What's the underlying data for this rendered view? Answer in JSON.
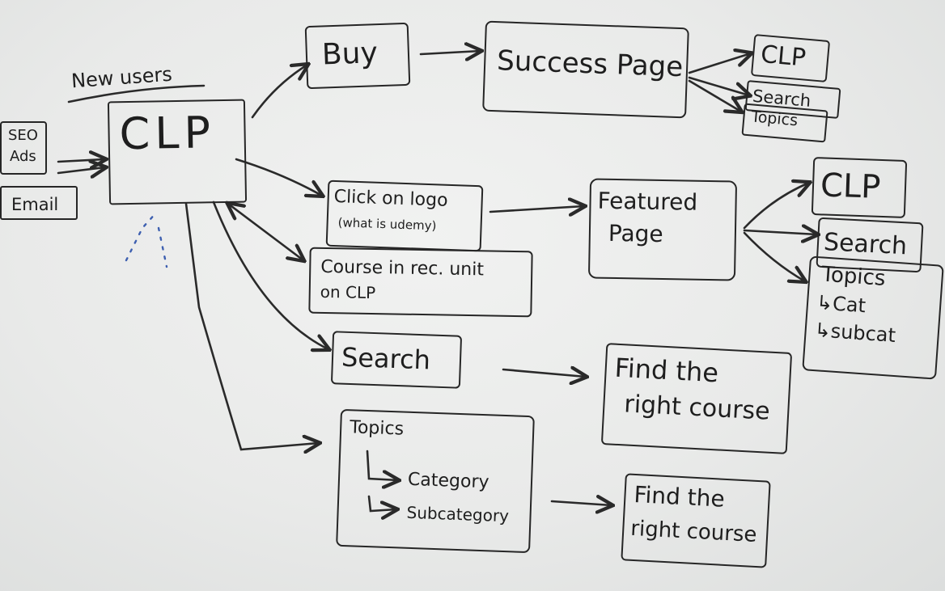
{
  "labels": {
    "new_users": "New users",
    "seo": "SEO",
    "ads": "Ads",
    "email": "Email",
    "clp_main": "CLP",
    "buy": "Buy",
    "success_page": "Success Page",
    "sp_clp": "CLP",
    "sp_search": "Search",
    "sp_topics": "Topics",
    "click_logo_line1": "Click on logo",
    "click_logo_line2": "(what is udemy)",
    "featured_line1": "Featured",
    "featured_line2": "Page",
    "fp_clp": "CLP",
    "fp_search": "Search",
    "fp_topics": "Topics",
    "fp_cat": "Cat",
    "fp_subcat": "subcat",
    "course_rec_line1": "Course in rec. unit",
    "course_rec_line2": "on CLP",
    "search": "Search",
    "find1_line1": "Find the",
    "find1_line2": "right course",
    "topics": "Topics",
    "category": "Category",
    "subcategory": "Subcategory",
    "find2_line1": "Find the",
    "find2_line2": "right course"
  },
  "colors": {
    "marker": "#262626",
    "blue_marker": "#3d5fb0"
  }
}
